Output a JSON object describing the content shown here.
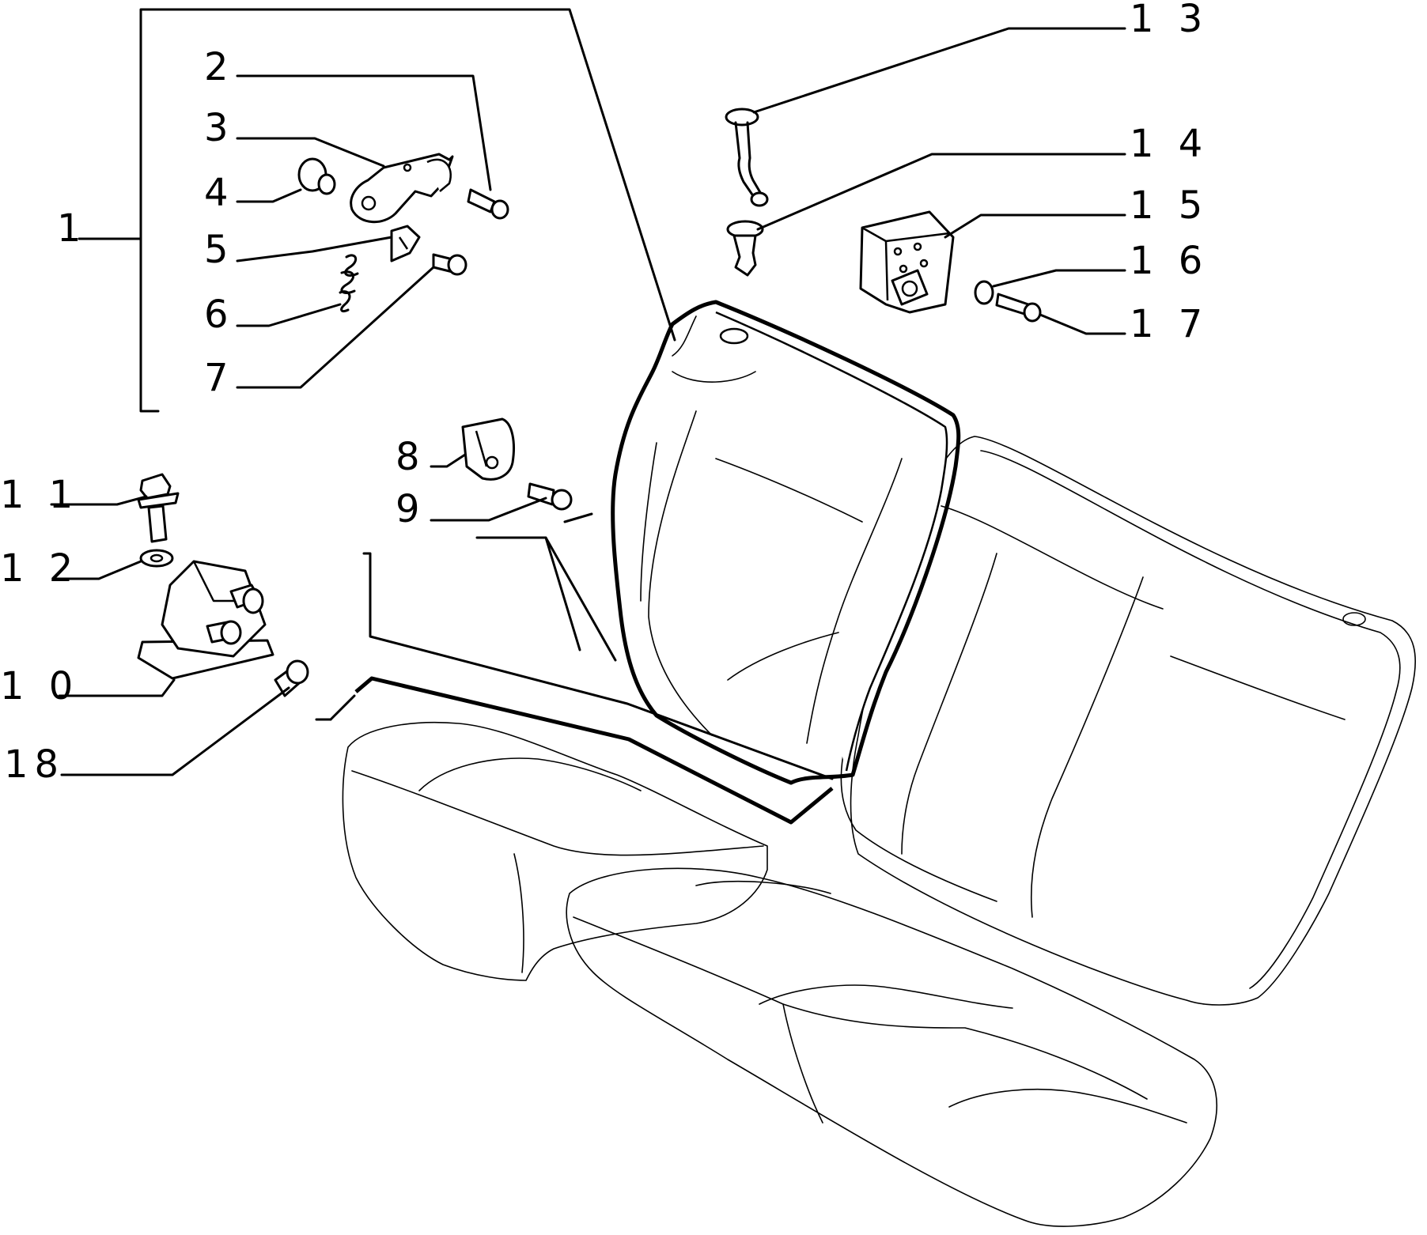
{
  "callouts": [
    {
      "id": "1",
      "label": "1"
    },
    {
      "id": "2",
      "label": "2"
    },
    {
      "id": "3",
      "label": "3"
    },
    {
      "id": "4",
      "label": "4"
    },
    {
      "id": "5",
      "label": "5"
    },
    {
      "id": "6",
      "label": "6"
    },
    {
      "id": "7",
      "label": "7"
    },
    {
      "id": "8",
      "label": "8"
    },
    {
      "id": "9",
      "label": "9"
    },
    {
      "id": "10",
      "label": "1 0"
    },
    {
      "id": "11",
      "label": "1 1"
    },
    {
      "id": "12",
      "label": "1 2"
    },
    {
      "id": "13",
      "label": "1 3"
    },
    {
      "id": "14",
      "label": "1 4"
    },
    {
      "id": "15",
      "label": "1 5"
    },
    {
      "id": "16",
      "label": "1 6"
    },
    {
      "id": "17",
      "label": "1 7"
    },
    {
      "id": "18",
      "label": "18"
    }
  ],
  "colors": {
    "ink": "#000000",
    "paper": "#ffffff"
  }
}
